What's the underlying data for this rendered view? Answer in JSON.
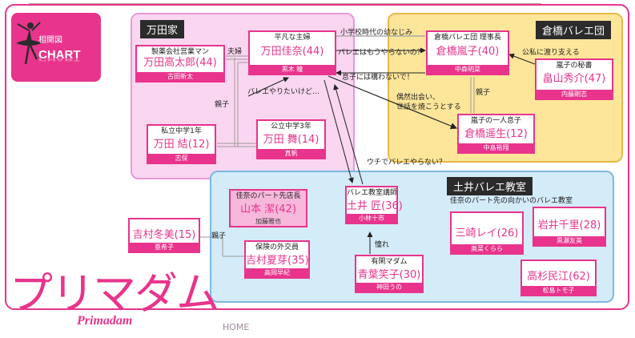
{
  "header": {
    "logo_small": "相関図",
    "logo_big": "CHART"
  },
  "groups": {
    "manda": "万田家",
    "kurahashi": "倉橋バレエ団",
    "doi": "土井バレエ教室"
  },
  "people": {
    "kotaro": {
      "role": "製薬会社営業マン",
      "name": "万田高太郎(44)",
      "actor": "古田新太"
    },
    "kana": {
      "role": "平凡な主婦",
      "name": "万田佳奈(44)",
      "actor": "黒木 瞳"
    },
    "yui": {
      "role": "私立中学1年",
      "name": "万田 結(12)",
      "actor": "志保"
    },
    "mai": {
      "role": "公立中学3年",
      "name": "万田 舞(14)",
      "actor": "真帆"
    },
    "ranko": {
      "role": "倉橋バレエ団 理事長",
      "name": "倉橋嵐子(40)",
      "actor": "中森明菜"
    },
    "hidesuke": {
      "role": "嵐子の秘書",
      "name": "畠山秀介(47)",
      "actor": "内藤剛志"
    },
    "yusei": {
      "role": "嵐子の一人息子",
      "name": "倉橋遥生(12)",
      "actor": "中島裕翔"
    },
    "kiyoshi": {
      "role": "佳奈のパート先店長",
      "name": "山本 潔(42)",
      "actor": "加藤雅也"
    },
    "takumi": {
      "role": "バレエ教室講師",
      "name": "土井 匠(36)",
      "actor": "小林十市"
    },
    "fuyumi": {
      "role": "",
      "name": "吉村冬美(15)",
      "actor": "亜希子"
    },
    "natsume": {
      "role": "保険の外交員",
      "name": "吉村夏芽(35)",
      "actor": "高岡早紀"
    },
    "emiko": {
      "role": "有閑マダム",
      "name": "青葉笑子(30)",
      "actor": "神田うの"
    },
    "rei": {
      "role": "",
      "name": "三崎レイ(26)",
      "actor": "奥菜くらら"
    },
    "chisato": {
      "role": "",
      "name": "岩井千里(28)",
      "actor": "黒瀬友美"
    },
    "tamie": {
      "role": "",
      "name": "高杉民江(62)",
      "actor": "松島トモ子"
    }
  },
  "relations": {
    "fuufu": "夫婦",
    "oyako1": "親子",
    "osananajimi": "小学校時代の幼なじみ",
    "ballet_q": "バレエはもうやらないの？",
    "musuko": "息子には構わないで！",
    "yaritai": "バレエやりたいけど…",
    "guuzen1": "偶然出会い、",
    "guuzen2": "世話を焼こうとする",
    "oyako2": "親子",
    "koshi": "公私に渡り支える",
    "uchi": "ウチでバレエやらない？",
    "mukai": "佳奈のパート先の向かいのバレエ教室",
    "akogare": "憧れ",
    "oyako3": "親子"
  },
  "footer": {
    "title": "プリマダム",
    "subtitle": "Primadam",
    "home": "HOME"
  }
}
